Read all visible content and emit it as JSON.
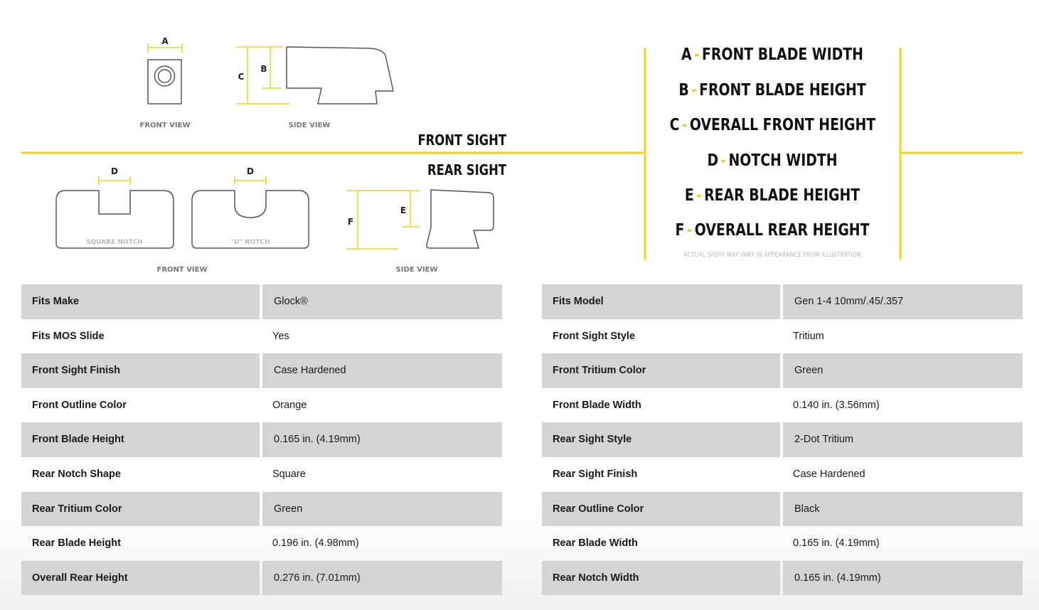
{
  "colors": {
    "accent": "#f5d020",
    "outline": "#555555",
    "shade": "#d4d4d4"
  },
  "diagram": {
    "front_sight_label": "FRONT SIGHT",
    "rear_sight_label": "REAR SIGHT",
    "front_view_label": "FRONT VIEW",
    "side_view_label": "SIDE VIEW",
    "square_notch_label": "SQUARE NOTCH",
    "u_notch_label": "\"U\" NOTCH",
    "dims": {
      "a": "A",
      "b": "B",
      "c": "C",
      "d": "D",
      "e": "E",
      "f": "F"
    }
  },
  "legend": {
    "items": [
      {
        "letter": "A",
        "text": "FRONT BLADE WIDTH"
      },
      {
        "letter": "B",
        "text": "FRONT BLADE HEIGHT"
      },
      {
        "letter": "C",
        "text": "OVERALL FRONT HEIGHT"
      },
      {
        "letter": "D",
        "text": "NOTCH WIDTH"
      },
      {
        "letter": "E",
        "text": "REAR BLADE HEIGHT"
      },
      {
        "letter": "F",
        "text": "OVERALL REAR HEIGHT"
      }
    ],
    "disclaimer": "ACTUAL SIGHT MAY VARY IN APPEARANCE FROM ILLUSTRATION",
    "dash": "-"
  },
  "specs_left": [
    {
      "label": "Fits Make",
      "value": "Glock®"
    },
    {
      "label": "Fits MOS Slide",
      "value": "Yes"
    },
    {
      "label": "Front Sight Finish",
      "value": "Case Hardened"
    },
    {
      "label": "Front Outline Color",
      "value": "Orange"
    },
    {
      "label": "Front Blade Height",
      "value": "0.165 in. (4.19mm)"
    },
    {
      "label": "Rear Notch Shape",
      "value": "Square"
    },
    {
      "label": "Rear Tritium Color",
      "value": "Green"
    },
    {
      "label": "Rear Blade Height",
      "value": "0.196 in. (4.98mm)"
    },
    {
      "label": "Overall Rear Height",
      "value": "0.276 in. (7.01mm)"
    }
  ],
  "specs_right": [
    {
      "label": "Fits Model",
      "value": "Gen 1-4 10mm/.45/.357"
    },
    {
      "label": "Front Sight Style",
      "value": "Tritium"
    },
    {
      "label": "Front Tritium Color",
      "value": "Green"
    },
    {
      "label": "Front Blade Width",
      "value": "0.140 in. (3.56mm)"
    },
    {
      "label": "Rear Sight Style",
      "value": "2-Dot Tritium"
    },
    {
      "label": "Rear Sight Finish",
      "value": "Case Hardened"
    },
    {
      "label": "Rear Outline Color",
      "value": "Black"
    },
    {
      "label": "Rear Blade Width",
      "value": "0.165 in. (4.19mm)"
    },
    {
      "label": "Rear Notch Width",
      "value": "0.165 in. (4.19mm)"
    }
  ]
}
